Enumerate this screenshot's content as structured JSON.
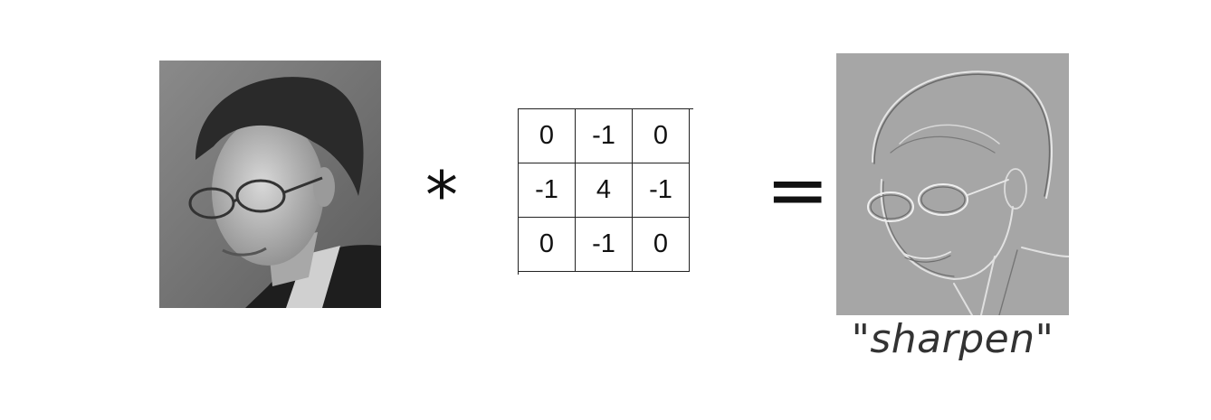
{
  "input_image": {
    "subject": "grayscale portrait photograph"
  },
  "operator": "*",
  "kernel": {
    "rows": [
      [
        "0",
        "-1",
        "0"
      ],
      [
        "-1",
        "4",
        "-1"
      ],
      [
        "0",
        "-1",
        "0"
      ]
    ]
  },
  "equals": "=",
  "output_image": {
    "subject": "edge-enhanced grayscale portrait"
  },
  "caption": "\"sharpen\"",
  "colors": {
    "photo_bg": "#7a7a7a",
    "output_bg": "#a9a9a9",
    "ink": "#111111"
  }
}
